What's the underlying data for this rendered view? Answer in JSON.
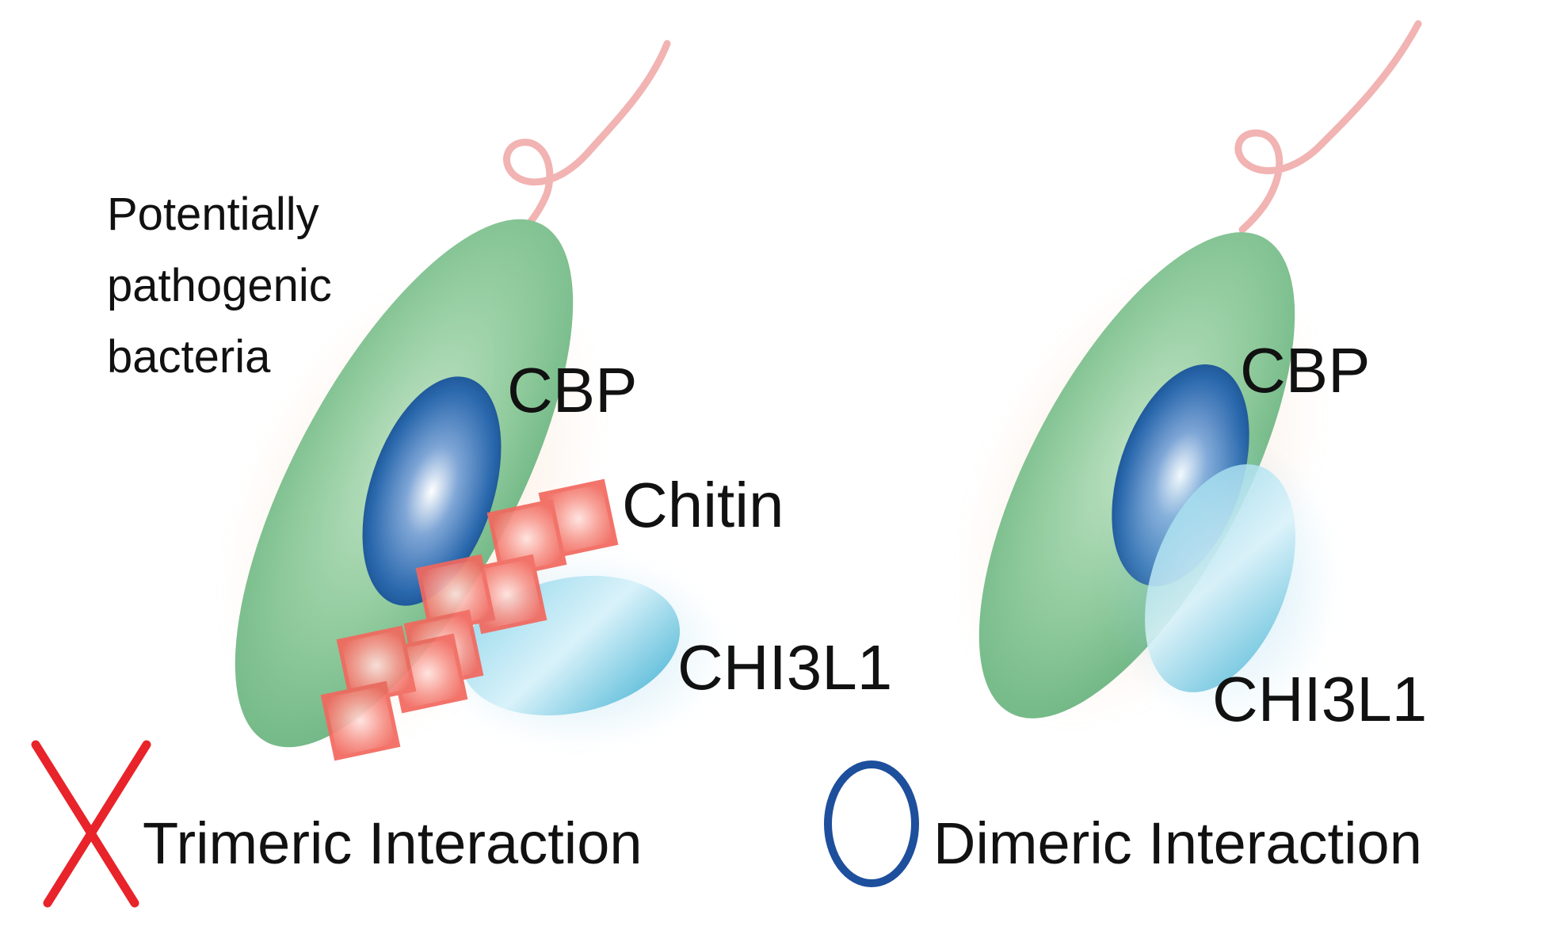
{
  "left_panel": {
    "bacteria_label": [
      "Potentially",
      "pathogenic",
      "bacteria"
    ],
    "cbp_label": "CBP",
    "chitin_label": "Chitin",
    "chi3l1_label": "CHI3L1",
    "verdict_icon": "red-x-icon",
    "verdict_label": "Trimeric Interaction"
  },
  "right_panel": {
    "cbp_label": "CBP",
    "chi3l1_label": "CHI3L1",
    "verdict_icon": "blue-circle-icon",
    "verdict_label": "Dimeric Interaction"
  },
  "colors": {
    "bacteria_body": "#8cc79a",
    "flagellum": "#f0a6a6",
    "cbp": "#1f5e9e",
    "chi3l1": "#4fb9d6",
    "chitin": "#f2685e",
    "cross": "#e8232a",
    "circle": "#1d4f9c"
  }
}
